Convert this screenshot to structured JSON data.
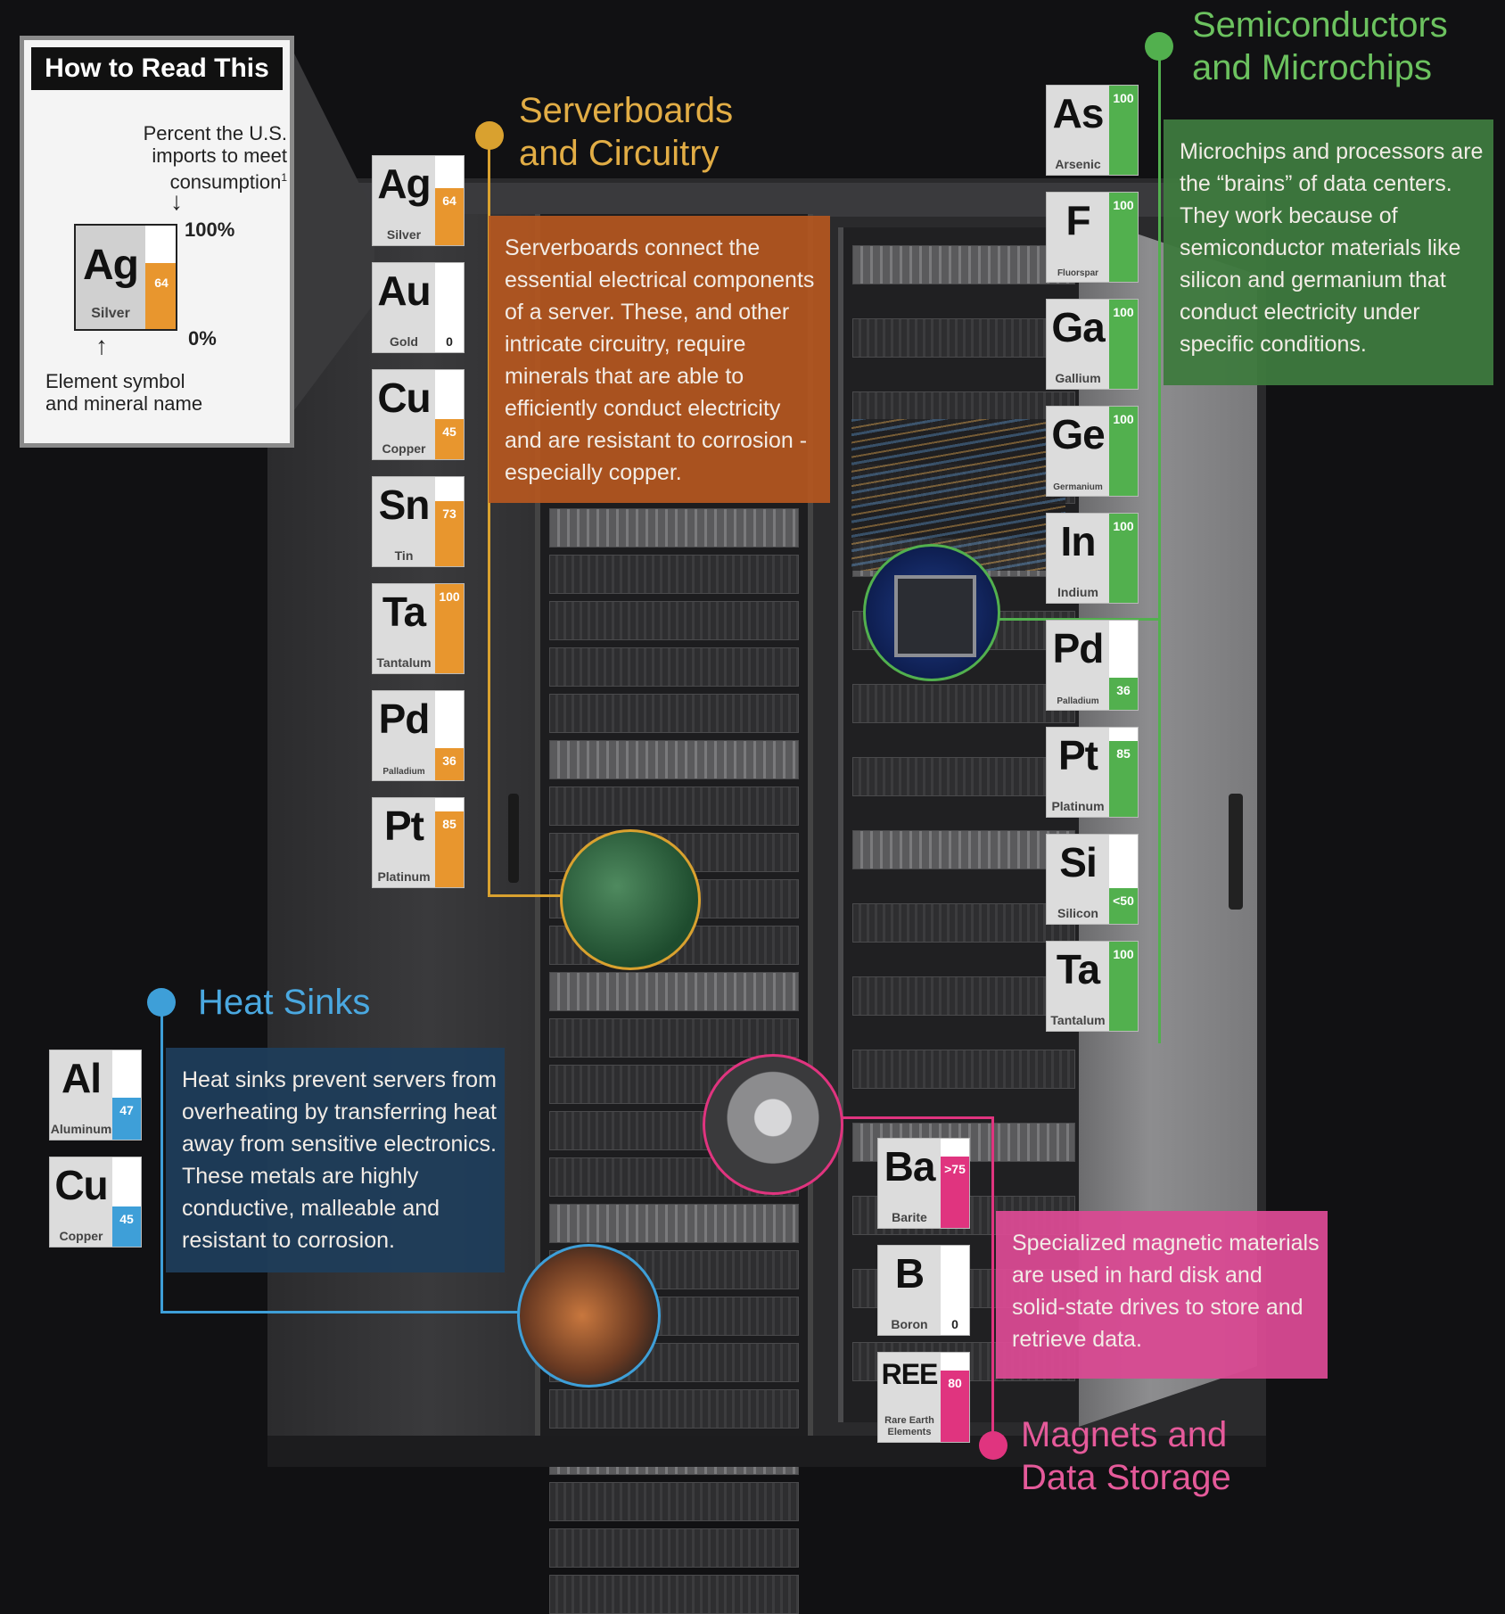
{
  "legend": {
    "title": "How to Read This",
    "percent_line1": "Percent the U.S.",
    "percent_line2": "imports to meet",
    "percent_line3": "consumption",
    "footnote_mark": "1",
    "top_label": "100%",
    "bottom_label": "0%",
    "element_line1": "Element symbol",
    "element_line2": "and mineral name",
    "example": {
      "symbol": "Ag",
      "name": "Silver",
      "value": "64",
      "fraction": 0.64
    }
  },
  "sections": {
    "serverboards": {
      "title_line1": "Serverboards",
      "title_line2": "and Circuitry",
      "color": "#d9a12f",
      "box_color": "#b5571f",
      "description": [
        "Serverboards connect the",
        "essential electrical components",
        "of a server. These, and other",
        "intricate circuitry, require",
        "minerals that are able to",
        "efficiently conduct electricity",
        "and are resistant to corrosion -",
        "especially copper."
      ],
      "elements": [
        {
          "symbol": "Ag",
          "name": "Silver",
          "value": "64",
          "fraction": 0.64
        },
        {
          "symbol": "Au",
          "name": "Gold",
          "value": "0",
          "fraction": 0
        },
        {
          "symbol": "Cu",
          "name": "Copper",
          "value": "45",
          "fraction": 0.45
        },
        {
          "symbol": "Sn",
          "name": "Tin",
          "value": "73",
          "fraction": 0.73
        },
        {
          "symbol": "Ta",
          "name": "Tantalum",
          "value": "100",
          "fraction": 1.0
        },
        {
          "symbol": "Pd",
          "name": "Palladium",
          "value": "36",
          "fraction": 0.36
        },
        {
          "symbol": "Pt",
          "name": "Platinum",
          "value": "85",
          "fraction": 0.85
        }
      ]
    },
    "semiconductors": {
      "title_line1": "Semiconductors",
      "title_line2": "and Microchips",
      "color": "#52b04e",
      "box_color": "#3e7a3e",
      "description": [
        "Microchips and processors are",
        "the “brains” of data centers.",
        "They work because of",
        "semiconductor materials like",
        "silicon and germanium that",
        "conduct electricity under",
        "specific conditions."
      ],
      "elements": [
        {
          "symbol": "As",
          "name": "Arsenic",
          "value": "100",
          "fraction": 1.0
        },
        {
          "symbol": "F",
          "name": "Fluorspar",
          "value": "100",
          "fraction": 1.0
        },
        {
          "symbol": "Ga",
          "name": "Gallium",
          "value": "100",
          "fraction": 1.0
        },
        {
          "symbol": "Ge",
          "name": "Germanium",
          "value": "100",
          "fraction": 1.0
        },
        {
          "symbol": "In",
          "name": "Indium",
          "value": "100",
          "fraction": 1.0
        },
        {
          "symbol": "Pd",
          "name": "Palladium",
          "value": "36",
          "fraction": 0.36
        },
        {
          "symbol": "Pt",
          "name": "Platinum",
          "value": "85",
          "fraction": 0.85
        },
        {
          "symbol": "Si",
          "name": "Silicon",
          "value": "<50",
          "fraction": 0.4
        },
        {
          "symbol": "Ta",
          "name": "Tantalum",
          "value": "100",
          "fraction": 1.0
        }
      ]
    },
    "heat_sinks": {
      "title": "Heat Sinks",
      "color": "#3e9fd8",
      "box_color": "#1f3d5a",
      "description": [
        "Heat sinks prevent servers from",
        "overheating by transferring heat",
        "away from sensitive electronics.",
        "These metals are highly",
        "conductive, malleable and",
        "resistant to corrosion."
      ],
      "elements": [
        {
          "symbol": "Al",
          "name": "Aluminum",
          "value": "47",
          "fraction": 0.47
        },
        {
          "symbol": "Cu",
          "name": "Copper",
          "value": "45",
          "fraction": 0.45
        }
      ]
    },
    "magnets": {
      "title_line1": "Magnets and",
      "title_line2": "Data Storage",
      "color": "#e0347f",
      "box_color": "#d94a92",
      "description": [
        "Specialized magnetic materials",
        "are used in hard disk and",
        "solid-state drives to store and",
        "retrieve data."
      ],
      "elements": [
        {
          "symbol": "Ba",
          "name": "Barite",
          "value": ">75",
          "fraction": 0.8
        },
        {
          "symbol": "B",
          "name": "Boron",
          "value": "0",
          "fraction": 0
        },
        {
          "symbol": "REE",
          "name": "Rare Earth Elements",
          "value": "80",
          "fraction": 0.8
        }
      ]
    }
  }
}
